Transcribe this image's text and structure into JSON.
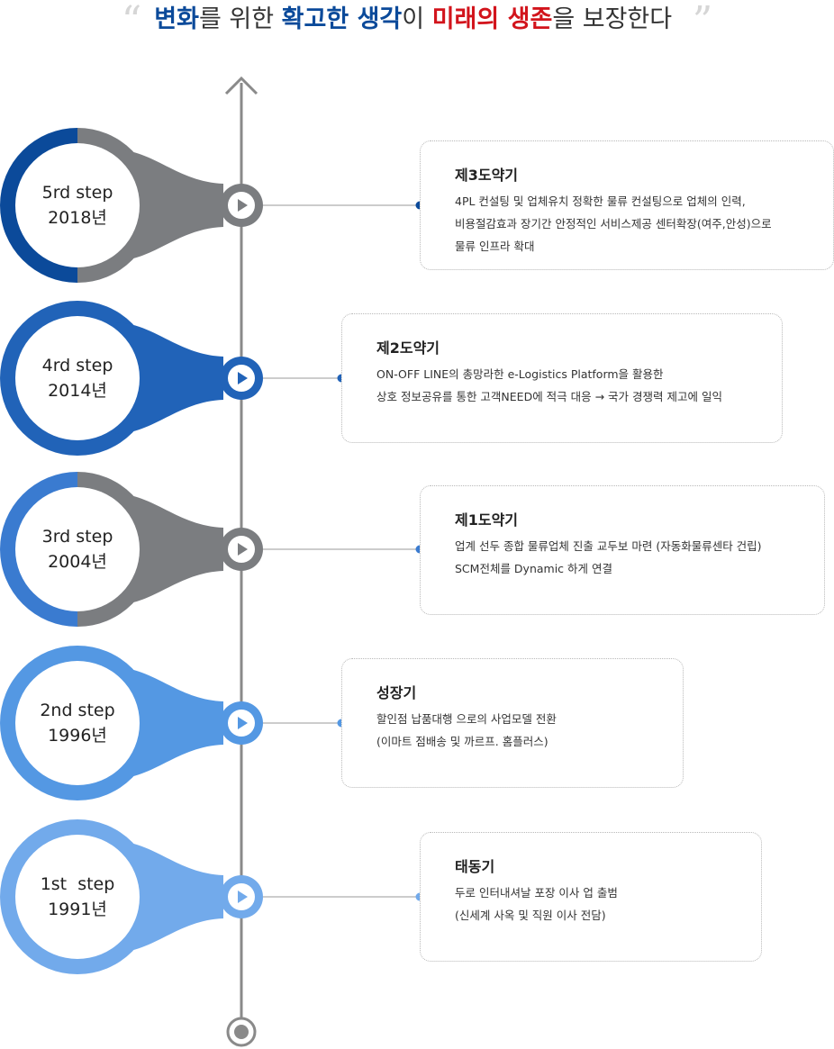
{
  "headline": {
    "open_quote": "“",
    "part1": "변화",
    "part2": "를 위한 ",
    "part3": "확고한 생각",
    "part4": "이 ",
    "part5": "미래의 생존",
    "part6": "을 보장한다",
    "close_quote": "”"
  },
  "colors": {
    "gray": "#7b7d80",
    "axis": "#8a8a8a",
    "step5": "#0b4a9a",
    "step4": "#2163b8",
    "step3": "#3a7bd0",
    "step2": "#5498e3",
    "step1": "#72aaeb",
    "red": "#d2141c"
  },
  "steps": [
    {
      "label": "5rd step\n2018년",
      "color": "step5",
      "title": "제3도약기",
      "lines": [
        "4PL 컨설팅 및 업체유치 정확한 물류 컨설팅으로 업체의 인력,",
        "비용절감효과 장기간 안정적인 서비스제공 센터확장(여주,안성)으로",
        "물류 인프라 확대"
      ]
    },
    {
      "label": "4rd step\n2014년",
      "color": "step4",
      "title": "제2도약기",
      "lines": [
        "ON-OFF LINE의 총망라한 e-Logistics Platform을 활용한",
        "상호 정보공유를 통한 고객NEED에 적극 대응 → 국가 경쟁력 제고에 일익"
      ]
    },
    {
      "label": "3rd step\n2004년",
      "color": "step3",
      "title": "제1도약기",
      "lines": [
        "업계 선두 종합 물류업체 진출 교두보 마련 (자동화물류센타 건립)",
        "SCM전체를 Dynamic 하게 연결"
      ]
    },
    {
      "label": "2nd step\n1996년",
      "color": "step2",
      "title": "성장기",
      "lines": [
        "할인점 납품대행 으로의 사업모델 전환",
        "(이마트  점배송 및 까르프. 홈플러스)"
      ]
    },
    {
      "label": "1st  step\n1991년",
      "color": "step1",
      "title": "태동기",
      "lines": [
        "두로 인터내셔날 포장 이사 업 출범",
        "(신세계 사옥 및 직원 이사 전담)"
      ]
    }
  ]
}
